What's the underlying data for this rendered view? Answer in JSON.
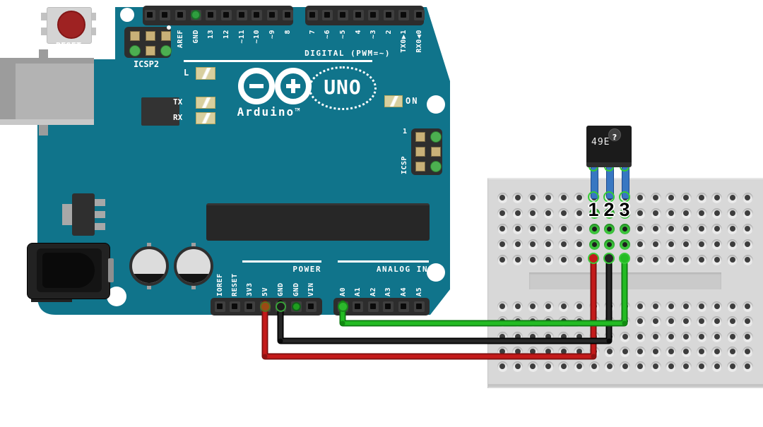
{
  "arduino": {
    "brand": {
      "name": "Arduino",
      "tm": "TM",
      "model": "UNO"
    },
    "reset_button_label": "RESET",
    "icsp2_label": "ICSP2",
    "leds": {
      "l": "L",
      "tx": "TX",
      "rx": "RX",
      "on": "ON"
    },
    "digital_header": {
      "caption": "DIGITAL (PWM=~)",
      "left_pins": [
        "",
        "",
        "AREF",
        "GND",
        "13",
        "12",
        "~11",
        "~10",
        "~9",
        "8"
      ],
      "right_pins": [
        "7",
        "~6",
        "~5",
        "4",
        "~3",
        "2",
        "TX0▶1",
        "RX0◀0"
      ]
    },
    "icsp_header": {
      "label": "ICSP",
      "pin1": "1"
    },
    "power_header": {
      "caption": "POWER",
      "pins": [
        "IOREF",
        "RESET",
        "3V3",
        "5V",
        "GND",
        "GND",
        "VIN"
      ]
    },
    "analog_header": {
      "caption": "ANALOG IN",
      "pins": [
        "A0",
        "A1",
        "A2",
        "A3",
        "A4",
        "A5"
      ]
    }
  },
  "sensor": {
    "part_label": "49E",
    "info_badge": "?",
    "pin_labels": [
      "1",
      "2",
      "3"
    ]
  },
  "wires": [
    {
      "id": "red",
      "color": "#c41a1a",
      "from_pin": "5V",
      "to": "breadboard col 7 row 5"
    },
    {
      "id": "black",
      "color": "#262626",
      "from_pin": "GND",
      "to": "breadboard col 8 row 5"
    },
    {
      "id": "green",
      "color": "#23bb23",
      "from_pin": "A0",
      "to": "breadboard col 9 row 5"
    }
  ],
  "colors": {
    "board_teal": "#10748b",
    "breadboard_gray": "#d8d8d8",
    "connection_highlight": "#39c939",
    "sensor_leg_blue": "#3877c2"
  }
}
